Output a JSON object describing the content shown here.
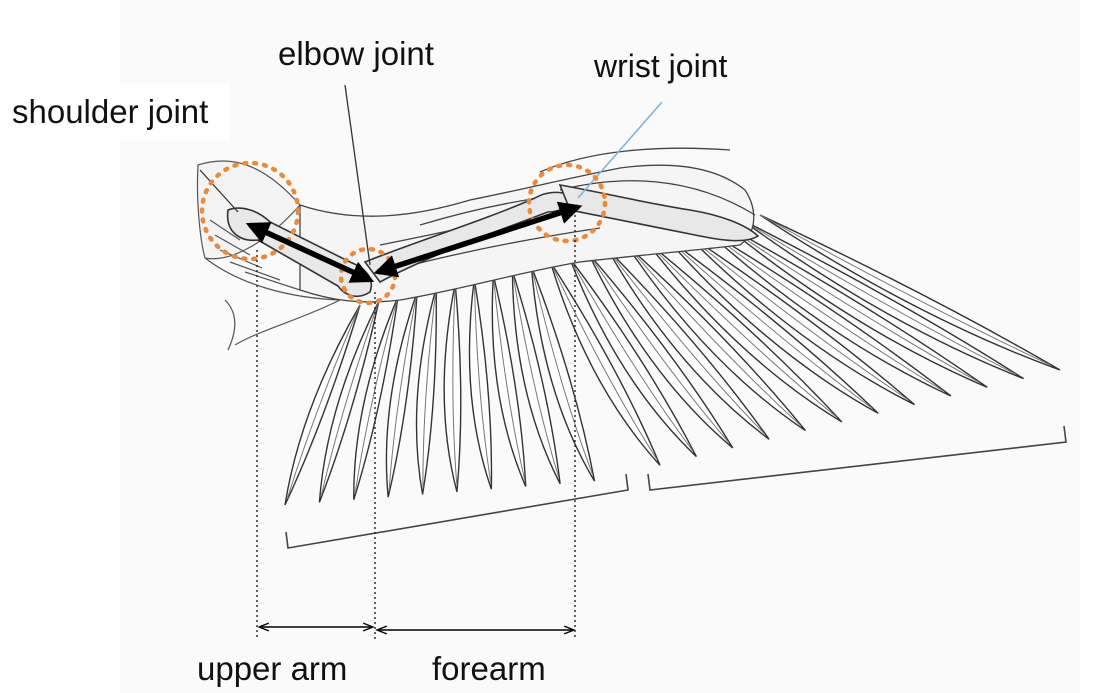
{
  "labels": {
    "shoulder_joint": "shoulder joint",
    "elbow_joint": "elbow joint",
    "wrist_joint": "wrist joint",
    "upper_arm": "upper arm",
    "forearm": "forearm"
  },
  "colors": {
    "joint_marker": "#e98a3d",
    "bone_arrow": "#000000",
    "leader_line": "#7fb4de",
    "drawing_ink": "#333333"
  },
  "icons": {
    "joint_marker": "dotted-circle",
    "bone_arrow": "double-headed-arrow"
  }
}
